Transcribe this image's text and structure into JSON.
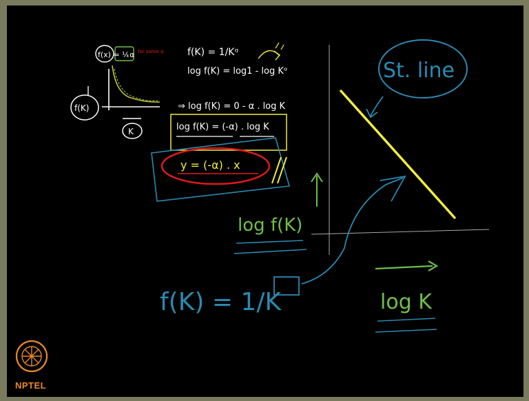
{
  "colors": {
    "board": "#000000",
    "frame": "#7a7a5e",
    "white_ink": "#ffffff",
    "yellow_ink": "#f2ee3a",
    "green_ink": "#6fbf4a",
    "blue_ink": "#2a8ab0",
    "red_ink": "#e01a1a",
    "nptel_orange": "#e88a2a"
  },
  "small_plot": {
    "label_fx_box": "f(x) = ¹⁄ₖα",
    "note_red": "for some α",
    "y_label": "f(K)",
    "x_label": "K"
  },
  "derivation": {
    "line1": "f(K) = 1/Kᵅ",
    "line2": "log f(K) = log1 - log Kᵅ",
    "line3": "⇒ log f(K) = 0 - α . log K",
    "line4": "log f(K) = (-α) . log K",
    "line5": "y = (-α) . x"
  },
  "right_plot": {
    "callout": "St. line",
    "y_axis_label": "log f(K)",
    "x_axis_label": "log K"
  },
  "bottom_formula": "f(K) = 1/K",
  "logo": {
    "text": "NPTEL"
  }
}
